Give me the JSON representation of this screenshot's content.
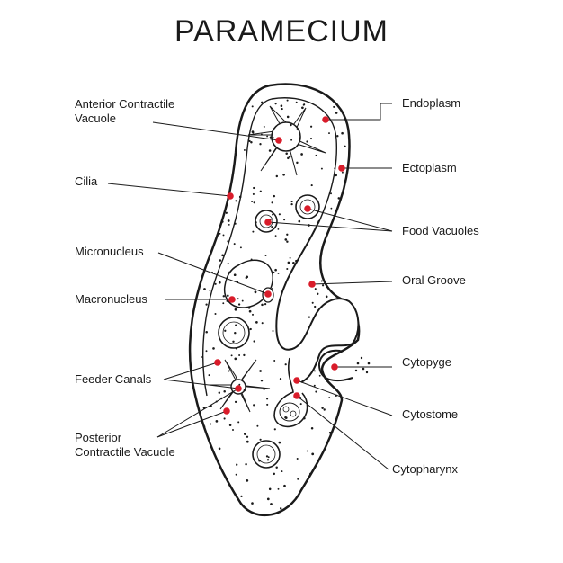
{
  "title": "PARAMECIUM",
  "labels": {
    "anterior_cv_line1": "Anterior Contractile",
    "anterior_cv_line2": "Vacuole",
    "cilia": "Cilia",
    "micronucleus": "Micronucleus",
    "macronucleus": "Macronucleus",
    "feeder_canals": "Feeder Canals",
    "posterior_cv_line1": "Posterior",
    "posterior_cv_line2": "Contractile Vacuole",
    "endoplasm": "Endoplasm",
    "ectoplasm": "Ectoplasm",
    "food_vacuoles": "Food Vacuoles",
    "oral_groove": "Oral Groove",
    "cytopyge": "Cytopyge",
    "cytostome": "Cytostome",
    "cytopharynx": "Cytopharynx"
  },
  "colors": {
    "ink": "#1a1a1a",
    "marker": "#d91c2a",
    "background": "#ffffff"
  }
}
